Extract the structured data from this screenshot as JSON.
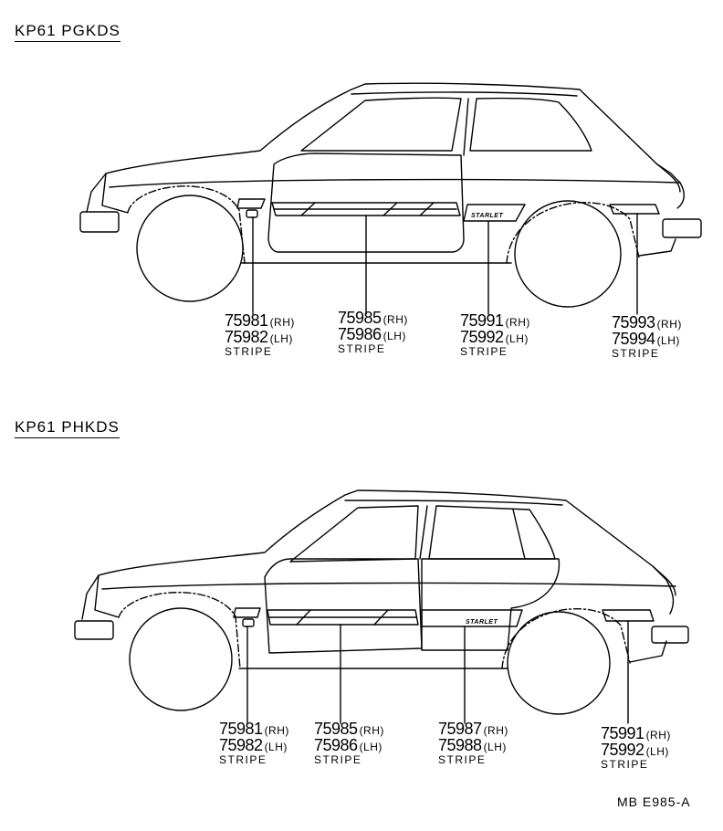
{
  "diagrams": [
    {
      "title": "KP61  PGKDS",
      "badge": "STARLET",
      "callouts": [
        {
          "rh_part": "75981",
          "rh_side": "(RH)",
          "lh_part": "75982",
          "lh_side": "(LH)",
          "desc": "STRIPE"
        },
        {
          "rh_part": "75985",
          "rh_side": "(RH)",
          "lh_part": "75986",
          "lh_side": "(LH)",
          "desc": "STRIPE"
        },
        {
          "rh_part": "75991",
          "rh_side": "(RH)",
          "lh_part": "75992",
          "lh_side": "(LH)",
          "desc": "STRIPE"
        },
        {
          "rh_part": "75993",
          "rh_side": "(RH)",
          "lh_part": "75994",
          "lh_side": "(LH)",
          "desc": "STRIPE"
        }
      ]
    },
    {
      "title": "KP61  PHKDS",
      "badge": "STARLET",
      "callouts": [
        {
          "rh_part": "75981",
          "rh_side": "(RH)",
          "lh_part": "75982",
          "lh_side": "(LH)",
          "desc": "STRIPE"
        },
        {
          "rh_part": "75985",
          "rh_side": "(RH)",
          "lh_part": "75986",
          "lh_side": "(LH)",
          "desc": "STRIPE"
        },
        {
          "rh_part": "75987",
          "rh_side": "(RH)",
          "lh_part": "75988",
          "lh_side": "(LH)",
          "desc": "STRIPE"
        },
        {
          "rh_part": "75991",
          "rh_side": "(RH)",
          "lh_part": "75992",
          "lh_side": "(LH)",
          "desc": "STRIPE"
        }
      ]
    }
  ],
  "reference_code": "MB  E985-A"
}
